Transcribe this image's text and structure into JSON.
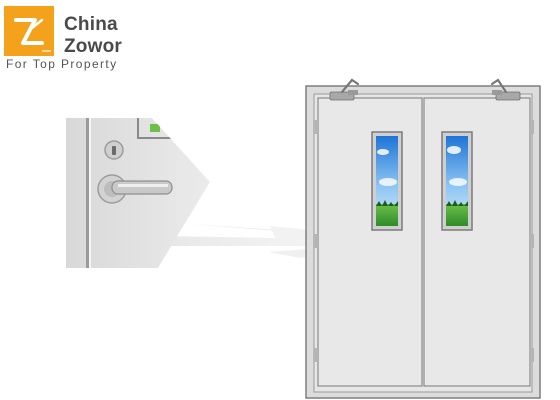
{
  "brand": {
    "line1": "China",
    "line2": "Zowor",
    "tagline": "For Top Property",
    "accent_color": "#f4a21c"
  },
  "illustration": {
    "product": "double-leaf-steel-fire-door",
    "icons": [
      "door-closer-icon",
      "vision-window-icon",
      "lever-handle-icon",
      "keyhole-icon",
      "hinge-icon"
    ],
    "door_color": "#e4e4e4",
    "frame_color": "#8a8a8a"
  }
}
